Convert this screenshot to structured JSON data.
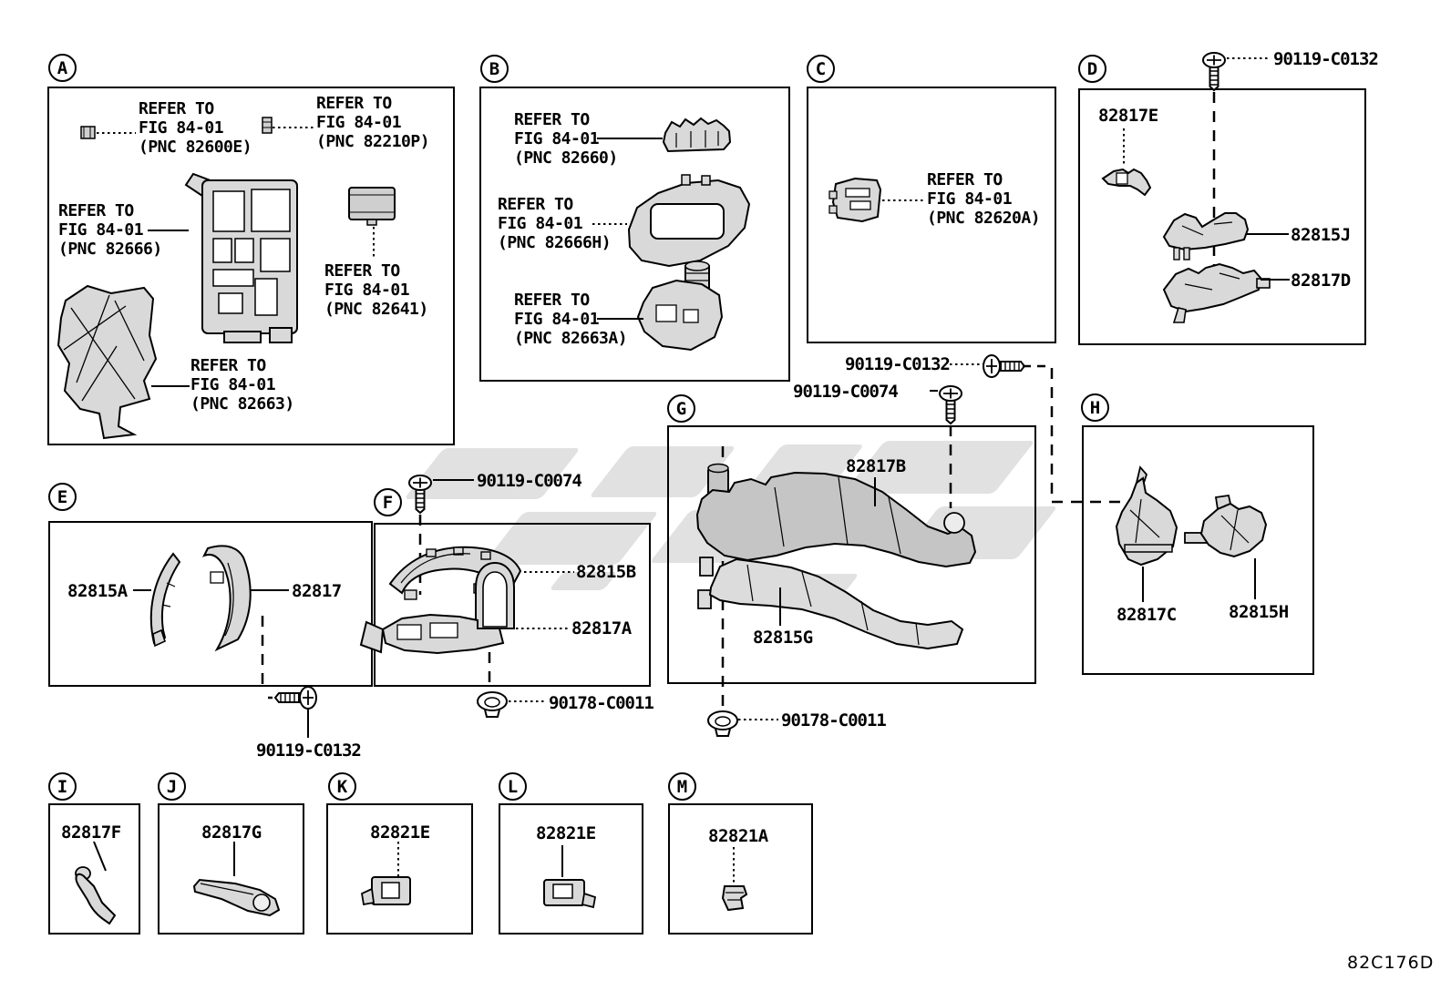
{
  "meta": {
    "figure_code": "82C176D"
  },
  "colors": {
    "line": "#000000",
    "part_fill": "#d9d9d9",
    "part_fill_dark": "#c5c5c5",
    "watermark": "#c3c3c3"
  },
  "sections": {
    "a": {
      "letter": "A",
      "note1": "REFER TO\nFIG 84-01\n(PNC 82600E)",
      "note2": "REFER TO\nFIG 84-01\n(PNC 82210P)",
      "note3": "REFER TO\nFIG 84-01\n(PNC 82666)",
      "note4": "REFER TO\nFIG 84-01\n(PNC 82641)",
      "note5": "REFER TO\nFIG 84-01\n(PNC 82663)"
    },
    "b": {
      "letter": "B",
      "note1": "REFER TO\nFIG 84-01\n(PNC 82660)",
      "note2": "REFER TO\nFIG 84-01\n(PNC 82666H)",
      "note3": "REFER TO\nFIG 84-01\n(PNC 82663A)"
    },
    "c": {
      "letter": "C",
      "note1": "REFER TO\nFIG 84-01\n(PNC 82620A)"
    },
    "d": {
      "letter": "D",
      "bolt": "90119-C0132",
      "part1": "82817E",
      "part2": "82815J",
      "part3": "82817D"
    },
    "e": {
      "letter": "E",
      "part1": "82815A",
      "part2": "82817",
      "bolt": "90119-C0132"
    },
    "f": {
      "letter": "F",
      "screw": "90119-C0074",
      "part1": "82815B",
      "part2": "82817A",
      "nut": "90178-C0011"
    },
    "g": {
      "letter": "G",
      "bolt": "90119-C0132",
      "screw": "90119-C0074",
      "part1": "82817B",
      "part2": "82815G",
      "nut": "90178-C0011"
    },
    "h": {
      "letter": "H",
      "part1": "82817C",
      "part2": "82815H"
    },
    "i": {
      "letter": "I",
      "part1": "82817F"
    },
    "j": {
      "letter": "J",
      "part1": "82817G"
    },
    "k": {
      "letter": "K",
      "part1": "82821E"
    },
    "l": {
      "letter": "L",
      "part1": "82821E"
    },
    "m": {
      "letter": "M",
      "part1": "82821A"
    }
  }
}
